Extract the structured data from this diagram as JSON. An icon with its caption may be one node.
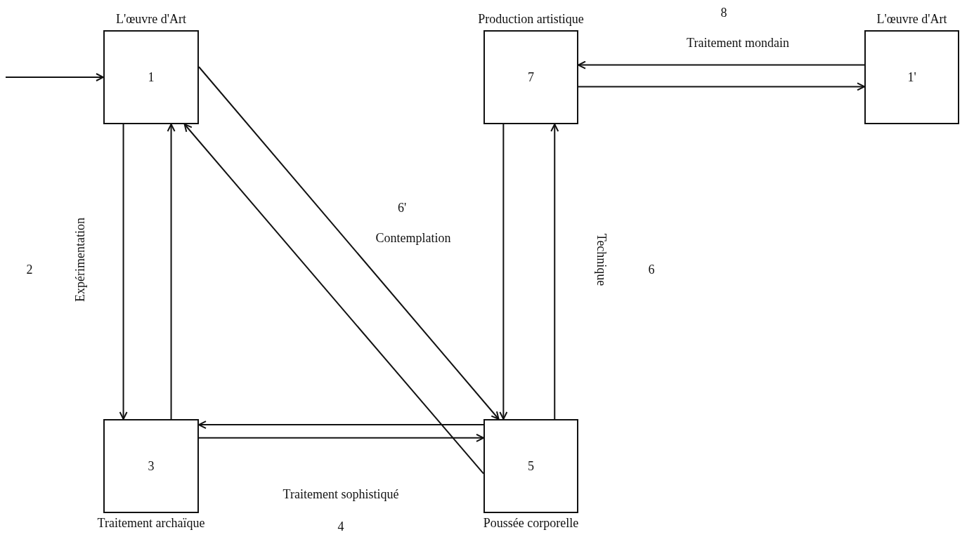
{
  "diagram": {
    "nodes": [
      {
        "text": [
          "L'œuvre d'Art",
          "1"
        ]
      },
      {
        "text": [
          "Production artistique",
          "7"
        ]
      },
      {
        "text": [
          "L'œuvre d'Art",
          "1'"
        ]
      },
      {
        "text": [
          "3",
          "Traitement archaïque"
        ]
      },
      {
        "text": [
          "5",
          "Poussée corporelle"
        ]
      }
    ],
    "edges": [
      {
        "from": null,
        "to": 0,
        "arrow": "to"
      },
      {
        "from": 0,
        "to": 3,
        "arrow": "to",
        "label": "Expérimentation"
      },
      {
        "from": 3,
        "to": 0,
        "arrow": "to"
      },
      {
        "from": 0,
        "to": 4,
        "arrow": "to",
        "label": "Contemplation"
      },
      {
        "from": 4,
        "to": 0,
        "arrow": "to"
      },
      {
        "from": 1,
        "to": 4,
        "arrow": "to"
      },
      {
        "from": 4,
        "to": 1,
        "arrow": "to",
        "label": "Technique"
      },
      {
        "from": 2,
        "to": 1,
        "arrow": "to",
        "label": "Traitement mondain"
      },
      {
        "from": 1,
        "to": 2,
        "arrow": "to"
      },
      {
        "from": 4,
        "to": 3,
        "arrow": "to"
      },
      {
        "from": 3,
        "to": 4,
        "arrow": "to",
        "label": "Traitement sophistiqué"
      }
    ],
    "labels": [
      "8",
      "6'",
      "2",
      "6",
      "4"
    ]
  }
}
